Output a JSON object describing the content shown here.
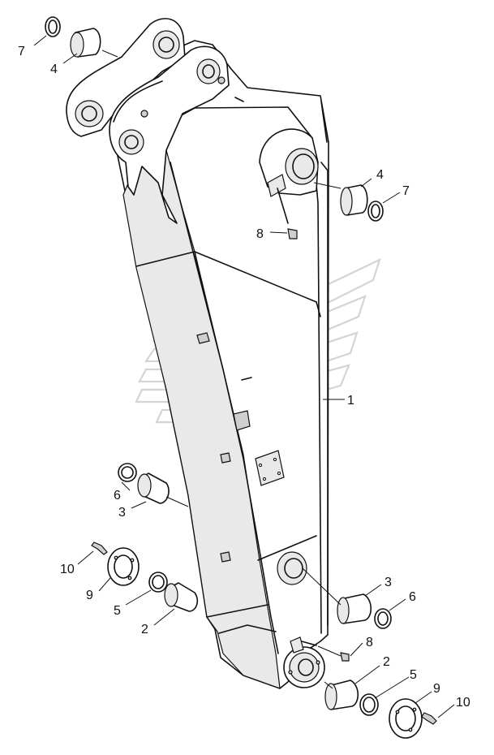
{
  "diagram": {
    "callouts": [
      {
        "id": "c7a",
        "label": "7"
      },
      {
        "id": "c4a",
        "label": "4"
      },
      {
        "id": "c4b",
        "label": "4"
      },
      {
        "id": "c7b",
        "label": "7"
      },
      {
        "id": "c8a",
        "label": "8"
      },
      {
        "id": "c1",
        "label": "1"
      },
      {
        "id": "c6a",
        "label": "6"
      },
      {
        "id": "c3a",
        "label": "3"
      },
      {
        "id": "c10a",
        "label": "10"
      },
      {
        "id": "c9a",
        "label": "9"
      },
      {
        "id": "c5a",
        "label": "5"
      },
      {
        "id": "c2a",
        "label": "2"
      },
      {
        "id": "c3b",
        "label": "3"
      },
      {
        "id": "c6b",
        "label": "6"
      },
      {
        "id": "c8b",
        "label": "8"
      },
      {
        "id": "c2b",
        "label": "2"
      },
      {
        "id": "c5b",
        "label": "5"
      },
      {
        "id": "c9b",
        "label": "9"
      },
      {
        "id": "c10b",
        "label": "10"
      }
    ]
  }
}
